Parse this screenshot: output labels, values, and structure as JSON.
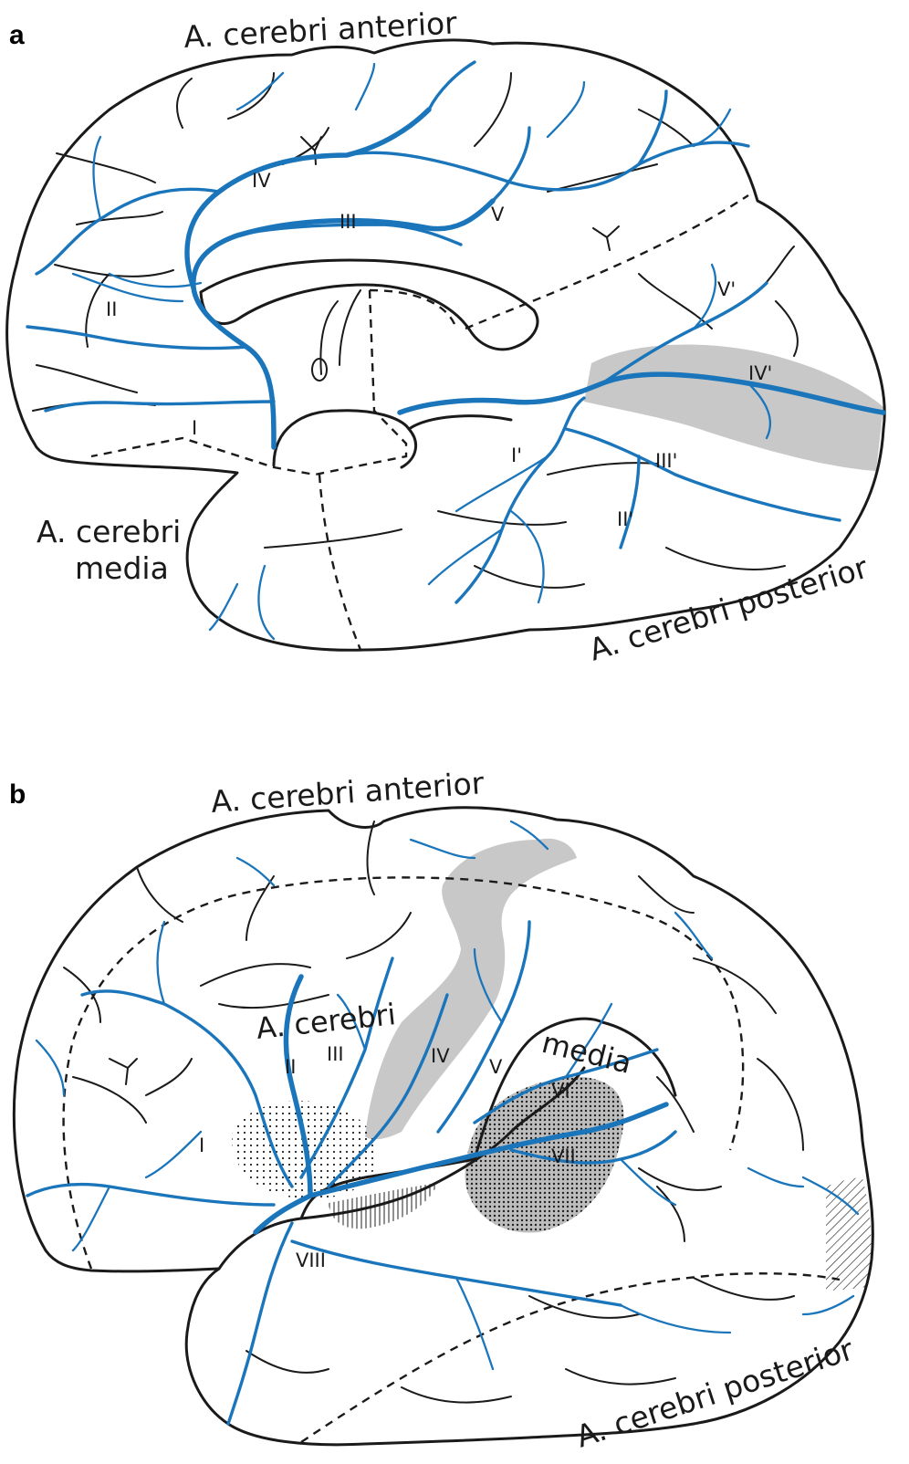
{
  "colors": {
    "vessel": "#1a75bb",
    "shade": "#c8c8c8",
    "line": "#1a1a1a"
  },
  "panel_a": {
    "letter": "a",
    "label_anterior": "A. cerebri anterior",
    "label_media_line1": "A. cerebri",
    "label_media_line2": "media",
    "label_posterior": "A. cerebri posterior",
    "territories": [
      "I",
      "II",
      "III",
      "IV",
      "V",
      "I'",
      "II'",
      "III'",
      "IV'",
      "V'"
    ]
  },
  "panel_b": {
    "letter": "b",
    "label_anterior": "A. cerebri anterior",
    "label_media_line1": "A. cerebri",
    "label_media_line2": "media",
    "label_posterior": "A. cerebri posterior",
    "territories": [
      "I",
      "II",
      "III",
      "IV",
      "V",
      "VI",
      "VII",
      "VIII"
    ]
  }
}
